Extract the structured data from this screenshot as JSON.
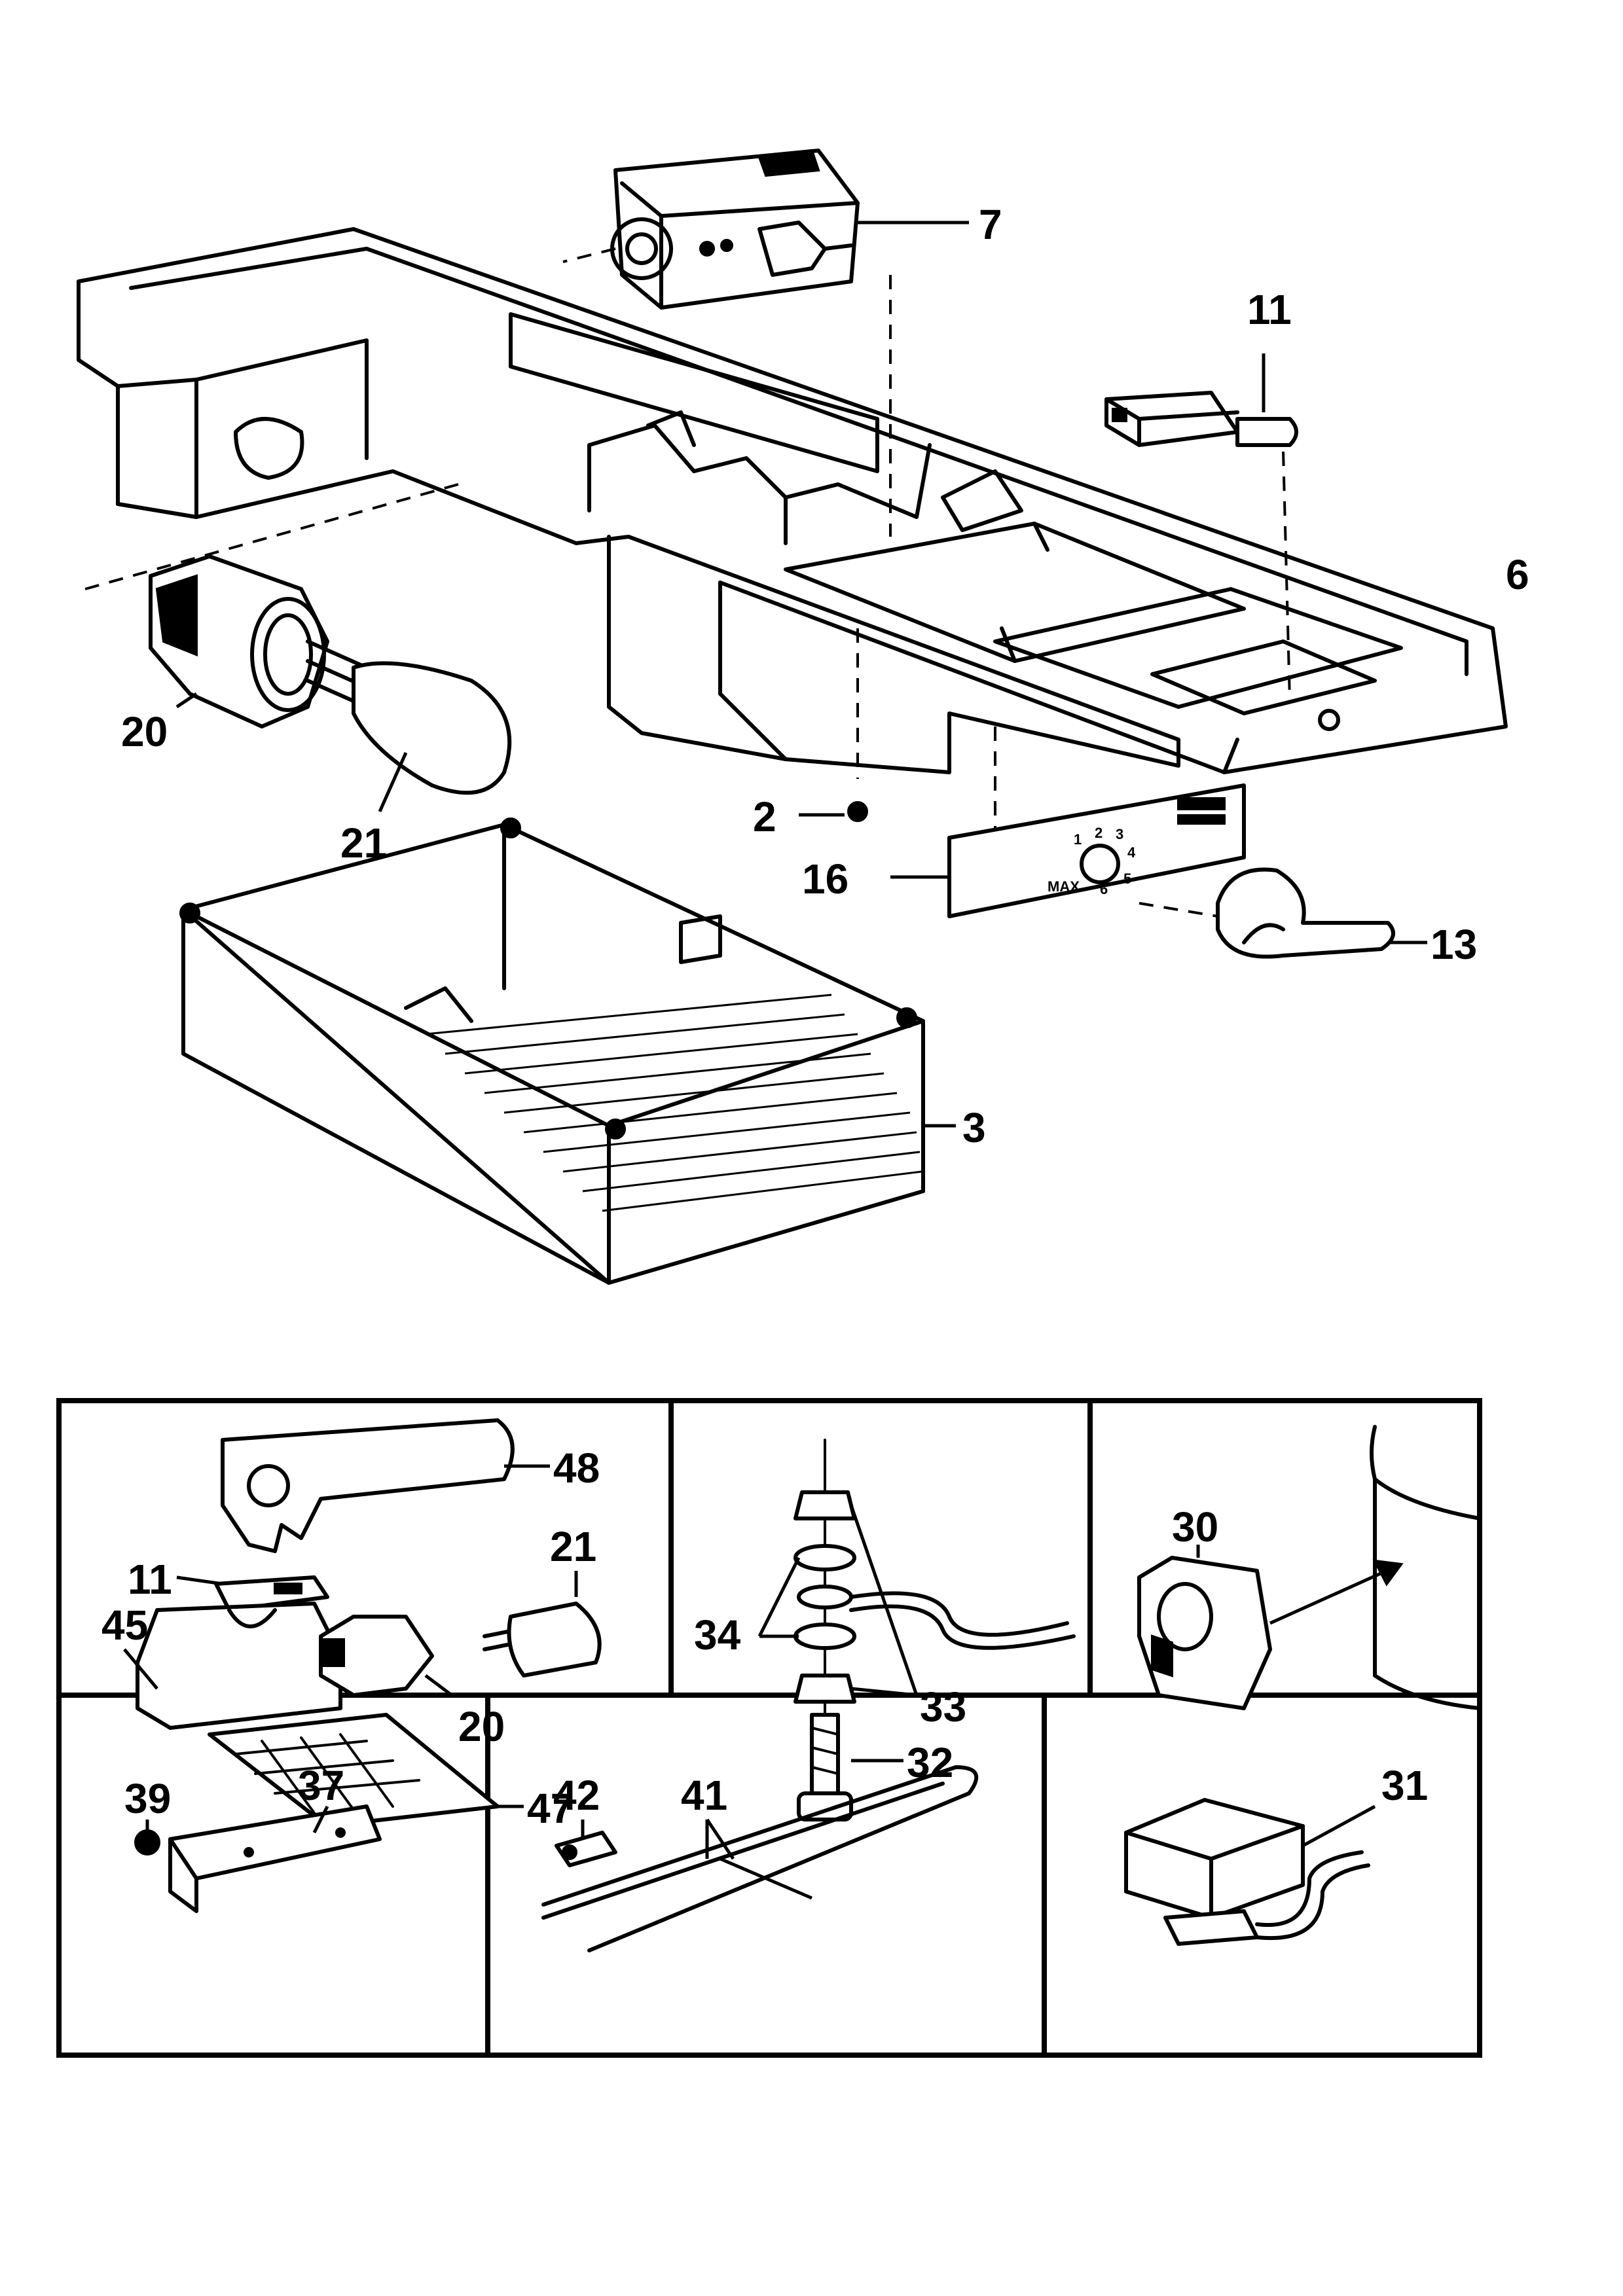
{
  "callouts": {
    "c7": "7",
    "c11_top": "11",
    "c6": "6",
    "c20_top": "20",
    "c21_top": "21",
    "c2": "2",
    "c16": "16",
    "c13": "13",
    "c3": "3",
    "c48": "48",
    "c11_inset": "11",
    "c21_inset": "21",
    "c45": "45",
    "c20_inset": "20",
    "c47": "47",
    "c34": "34",
    "c33": "33",
    "c32": "32",
    "c30": "30",
    "c39": "39",
    "c37": "37",
    "c42": "42",
    "c41": "41",
    "c31": "31"
  },
  "dial_marks": [
    "1",
    "2",
    "3",
    "4",
    "5",
    "6",
    "MAX"
  ]
}
